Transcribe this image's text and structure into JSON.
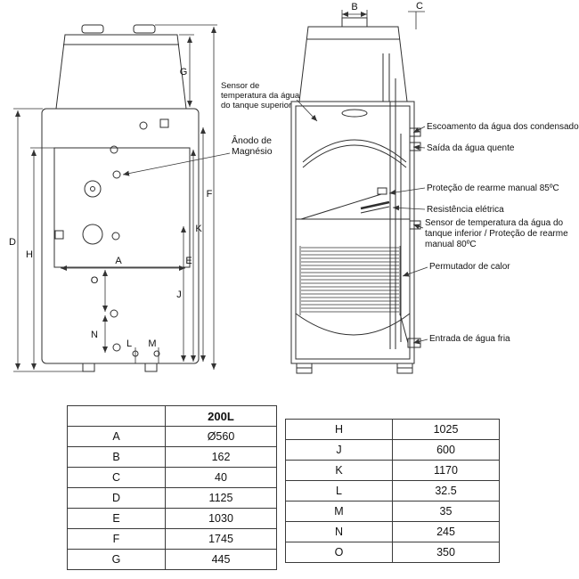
{
  "dim_letters": {
    "A": "A",
    "B": "B",
    "C": "C",
    "D": "D",
    "E": "E",
    "F": "F",
    "G": "G",
    "H": "H",
    "J": "J",
    "K": "K",
    "L": "L",
    "M": "M",
    "N": "N",
    "O": "O"
  },
  "callouts": {
    "sensor_superior": "Sensor de temperatura da água do tanque superior",
    "anodo": "Ânodo de Magnésio",
    "escoamento": "Escoamento da água dos condensados",
    "saida_quente": "Saída da água quente",
    "protecao_85": "Proteção de rearme manual 85ºC",
    "resistencia": "Resistência elétrica",
    "sensor_inferior": "Sensor de temperatura da água do tanque inferior / Proteção de rearme manual 80ºC",
    "permutador": "Permutador de calor",
    "entrada_fria": "Entrada de água fria"
  },
  "tables": {
    "left": {
      "header": "200L",
      "rows": [
        {
          "dim": "A",
          "value": "Ø560"
        },
        {
          "dim": "B",
          "value": "162"
        },
        {
          "dim": "C",
          "value": "40"
        },
        {
          "dim": "D",
          "value": "1125"
        },
        {
          "dim": "E",
          "value": "1030"
        },
        {
          "dim": "F",
          "value": "1745"
        },
        {
          "dim": "G",
          "value": "445"
        }
      ]
    },
    "right": {
      "rows": [
        {
          "dim": "H",
          "value": "1025"
        },
        {
          "dim": "J",
          "value": "600"
        },
        {
          "dim": "K",
          "value": "1170"
        },
        {
          "dim": "L",
          "value": "32.5"
        },
        {
          "dim": "M",
          "value": "35"
        },
        {
          "dim": "N",
          "value": "245"
        },
        {
          "dim": "O",
          "value": "350"
        }
      ]
    }
  }
}
